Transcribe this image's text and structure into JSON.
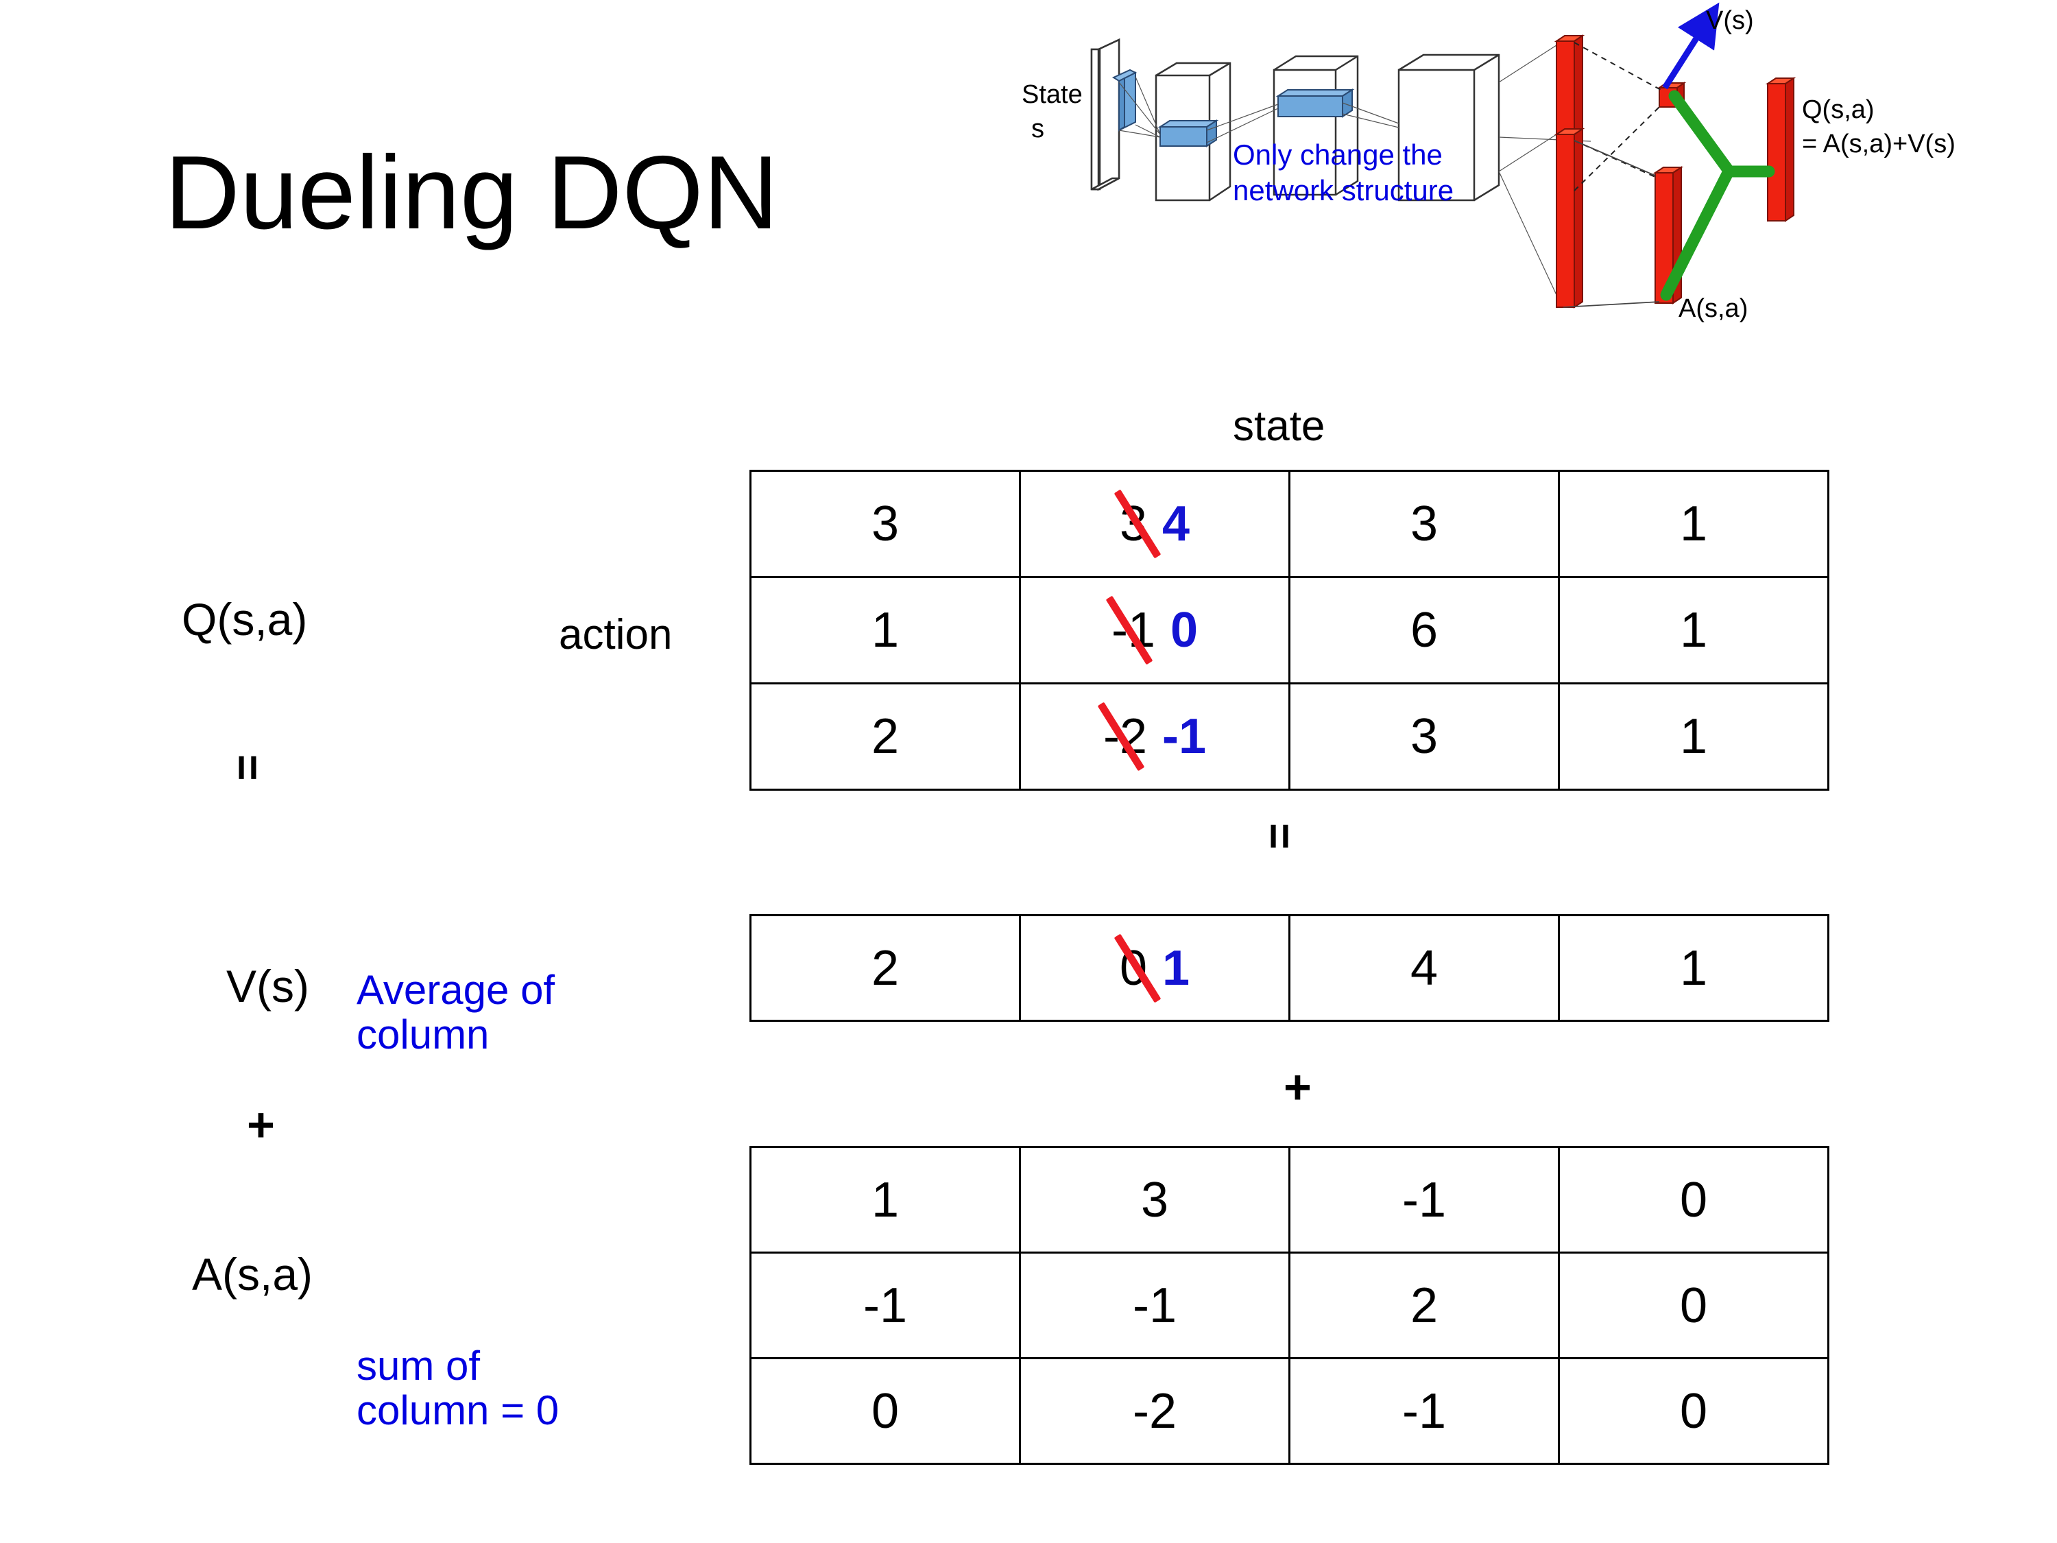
{
  "title": "Dueling DQN",
  "diagram": {
    "state_label_line1": "State",
    "state_label_line2": "s",
    "note": {
      "line1": "Only change the",
      "line2": "network structure"
    },
    "v_label": "V(s)",
    "a_label": "A(s,a)",
    "q_label_line1": "Q(s,a)",
    "q_label_line2": "= A(s,a)+V(s)",
    "colors": {
      "note_blue": "#0000E0",
      "arrow_blue": "#1414E0",
      "bar_red": "#EE2211",
      "link_green": "#22A022",
      "block_blue": "#6FA8DC"
    }
  },
  "labels": {
    "state": "state",
    "action": "action",
    "q": "Q(s,a)",
    "v": "V(s)",
    "a": "A(s,a)",
    "equals": "=",
    "plus": "+",
    "note_average": {
      "line1": "Average of",
      "line2": "column"
    },
    "note_sum": {
      "line1": "sum of",
      "line2": "column = 0"
    }
  },
  "colors": {
    "strike_red": "#ED1B24",
    "new_value_blue": "#1414D2",
    "note_blue": "#0000E0"
  },
  "chart_data": {
    "type": "table",
    "title": "Dueling DQN  Q(s,a) = V(s) + A(s,a)",
    "x_axis_label": "state",
    "y_axis_label": "action",
    "tables": [
      {
        "name": "Q(s,a)",
        "rows": 3,
        "cols": 4,
        "values": [
          [
            "3",
            "3",
            "3",
            "1"
          ],
          [
            "1",
            "-1",
            "6",
            "1"
          ],
          [
            "2",
            "-2",
            "3",
            "1"
          ]
        ],
        "edits": [
          {
            "row": 0,
            "col": 1,
            "old": "3",
            "new": "4",
            "struck": true
          },
          {
            "row": 1,
            "col": 1,
            "old": "-1",
            "new": "0",
            "struck": true
          },
          {
            "row": 2,
            "col": 1,
            "old": "-2",
            "new": "-1",
            "struck": true
          }
        ]
      },
      {
        "name": "V(s)",
        "rows": 1,
        "cols": 4,
        "values": [
          [
            "2",
            "0",
            "4",
            "1"
          ]
        ],
        "edits": [
          {
            "row": 0,
            "col": 1,
            "old": "0",
            "new": "1",
            "struck": true
          }
        ]
      },
      {
        "name": "A(s,a)",
        "rows": 3,
        "cols": 4,
        "values": [
          [
            "1",
            "3",
            "-1",
            "0"
          ],
          [
            "-1",
            "-1",
            "2",
            "0"
          ],
          [
            "0",
            "-2",
            "-1",
            "0"
          ]
        ],
        "edits": []
      }
    ],
    "annotations": [
      "Q(s,a) = V(s) + A(s,a)",
      "V(s) is the Average of column",
      "A(s,a) has sum of column = 0"
    ]
  }
}
